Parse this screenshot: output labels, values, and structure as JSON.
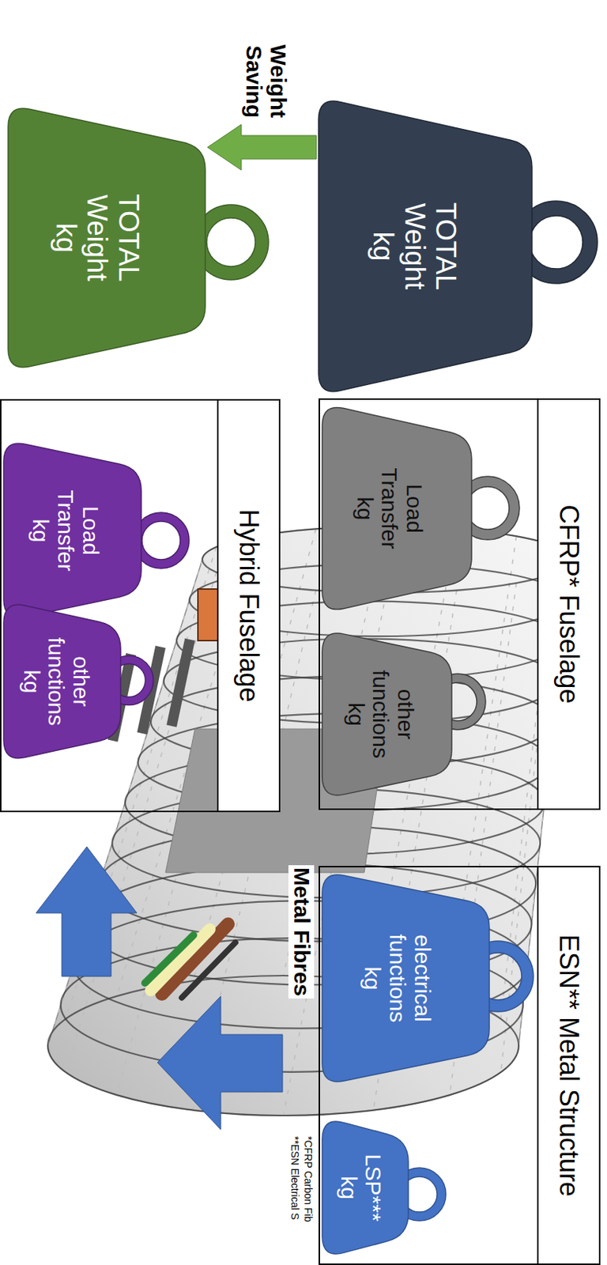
{
  "diagram": {
    "nodes": [
      {
        "text": [
          "TOTAL Weight kg"
        ]
      },
      {
        "text": [
          "TOTAL Weight kg"
        ]
      },
      {
        "text": [
          "CFRP* Fuselage"
        ]
      },
      {
        "text": [
          "Load Transfer kg"
        ],
        "in": 2
      },
      {
        "text": [
          "other functions kg"
        ],
        "in": 2
      },
      {
        "text": [
          "Hybrid Fuselage"
        ]
      },
      {
        "text": [
          "Load Transfer kg"
        ],
        "in": 5
      },
      {
        "text": [
          "other functions kg"
        ],
        "in": 5
      },
      {
        "text": [
          "ESN** Metal Structure"
        ]
      },
      {
        "text": [
          "electrical functions kg"
        ],
        "in": 8
      },
      {
        "text": [
          "LSP*** kg"
        ],
        "in": 8
      }
    ],
    "edges": [
      {
        "from": 0,
        "to": 1,
        "arrow": "to",
        "label": "Weight Saving"
      }
    ],
    "labels": [
      "Metal Fibres",
      "*CFRP Carbon Fib",
      "**ESN Electrical S"
    ]
  }
}
